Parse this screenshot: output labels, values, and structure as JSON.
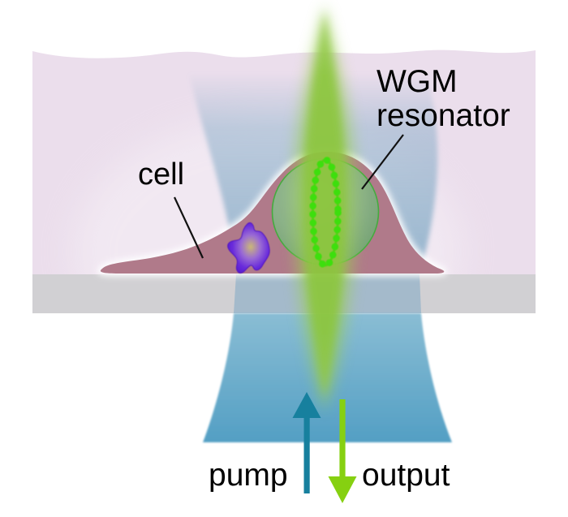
{
  "figure": {
    "type": "scientific-schematic",
    "subject": "WGM resonator inside a cell pumped by a focused laser beam",
    "labels": {
      "cell": "cell",
      "wgm_line1": "WGM",
      "wgm_line2": "resonator",
      "pump": "pump",
      "output": "output"
    },
    "icons": {
      "pump_arrow": "arrow-up",
      "output_arrow": "arrow-down"
    },
    "colors": {
      "background": "#ffffff",
      "medium_pink": "#ebdeec",
      "substrate_gray": "#d1d0d3",
      "upper_beam_blue": "#7fa8c4",
      "lower_beam_blue_top": "#8abdd4",
      "lower_beam_blue_bottom": "#539fc4",
      "cell_body_mauve": "#b07a8a",
      "cell_outline": "#ffffff",
      "resonator_green_center": "#9dc79b",
      "resonator_green_edge": "#6fa371",
      "resonator_border": "#3fae3a",
      "wgm_ring_green": "#3ddf07",
      "excitation_beam_green": "#8cc63e",
      "excitation_halo_green": "#9ccf55",
      "organelle_core_yellow": "#cbb976",
      "organelle_purple": "#6a2cdb",
      "organelle_edge": "#5517cd",
      "pump_arrow_teal": "#17809e",
      "output_arrow_green": "#86d011",
      "label_text": "#000000"
    }
  }
}
